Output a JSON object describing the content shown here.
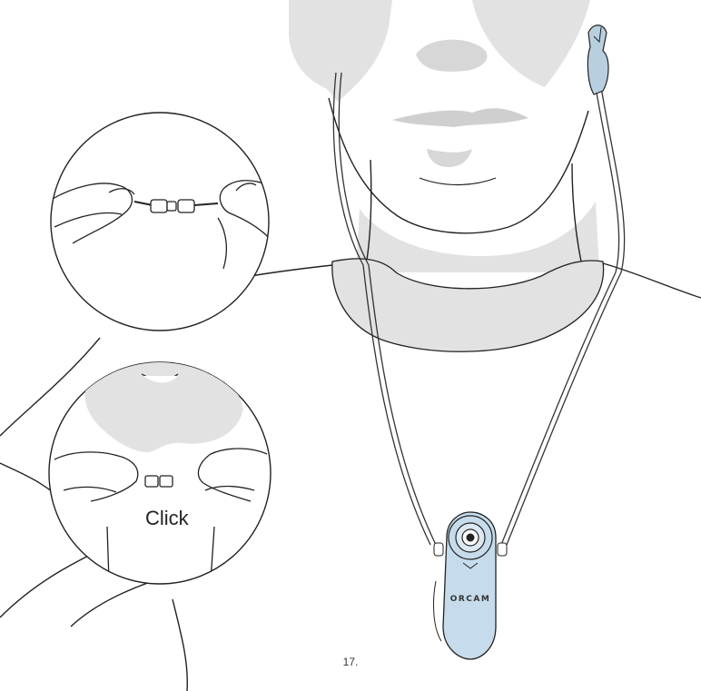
{
  "figure": {
    "inset_bottom": {
      "label": "Click"
    },
    "device": {
      "brand": "ORCAM"
    }
  },
  "footer": {
    "page_number": "17."
  }
}
